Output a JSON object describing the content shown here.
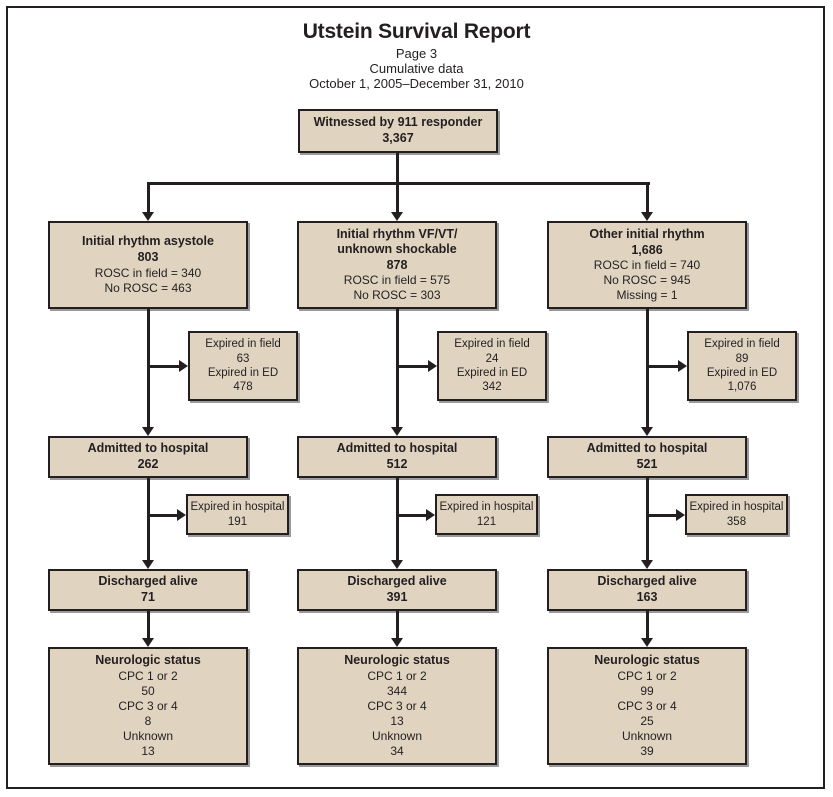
{
  "header": {
    "title": "Utstein Survival Report",
    "page": "Page 3",
    "data_type": "Cumulative data",
    "date_range": "October 1, 2005–December 31, 2010"
  },
  "colors": {
    "box_fill": "#e0d4c1",
    "box_border": "#231f20",
    "text": "#231f20",
    "page_background": "#ffffff"
  },
  "chart_data": {
    "type": "diagram",
    "title": "Utstein Survival Report",
    "root": {
      "label": "Witnessed by 911 responder",
      "value": "3,367"
    },
    "columns": [
      {
        "rhythm": {
          "label": "Initial rhythm asystole",
          "value": "803",
          "detail1": "ROSC in field = 340",
          "detail2": "No ROSC = 463",
          "detail3": ""
        },
        "expired_prehospital": {
          "line1": "Expired in field",
          "value1": "63",
          "line2": "Expired in ED",
          "value2": "478"
        },
        "admitted": {
          "label": "Admitted to hospital",
          "value": "262"
        },
        "expired_hospital": {
          "label": "Expired in hospital",
          "value": "191"
        },
        "discharged": {
          "label": "Discharged alive",
          "value": "71"
        },
        "neuro": {
          "label": "Neurologic status",
          "cpc12_label": "CPC 1 or 2",
          "cpc12_value": "50",
          "cpc34_label": "CPC 3 or 4",
          "cpc34_value": "8",
          "unknown_label": "Unknown",
          "unknown_value": "13"
        }
      },
      {
        "rhythm": {
          "label": "Initial rhythm VF/VT/",
          "label2": "unknown shockable",
          "value": "878",
          "detail1": "ROSC in field = 575",
          "detail2": "No ROSC = 303",
          "detail3": ""
        },
        "expired_prehospital": {
          "line1": "Expired in field",
          "value1": "24",
          "line2": "Expired in ED",
          "value2": "342"
        },
        "admitted": {
          "label": "Admitted to hospital",
          "value": "512"
        },
        "expired_hospital": {
          "label": "Expired in hospital",
          "value": "121"
        },
        "discharged": {
          "label": "Discharged alive",
          "value": "391"
        },
        "neuro": {
          "label": "Neurologic status",
          "cpc12_label": "CPC 1 or 2",
          "cpc12_value": "344",
          "cpc34_label": "CPC 3 or 4",
          "cpc34_value": "13",
          "unknown_label": "Unknown",
          "unknown_value": "34"
        }
      },
      {
        "rhythm": {
          "label": "Other initial rhythm",
          "value": "1,686",
          "detail1": "ROSC in field = 740",
          "detail2": "No ROSC = 945",
          "detail3": "Missing = 1"
        },
        "expired_prehospital": {
          "line1": "Expired in field",
          "value1": "89",
          "line2": "Expired in ED",
          "value2": "1,076"
        },
        "admitted": {
          "label": "Admitted to hospital",
          "value": "521"
        },
        "expired_hospital": {
          "label": "Expired in hospital",
          "value": "358"
        },
        "discharged": {
          "label": "Discharged alive",
          "value": "163"
        },
        "neuro": {
          "label": "Neurologic status",
          "cpc12_label": "CPC 1 or 2",
          "cpc12_value": "99",
          "cpc34_label": "CPC 3 or 4",
          "cpc34_value": "25",
          "unknown_label": "Unknown",
          "unknown_value": "39"
        }
      }
    ]
  }
}
